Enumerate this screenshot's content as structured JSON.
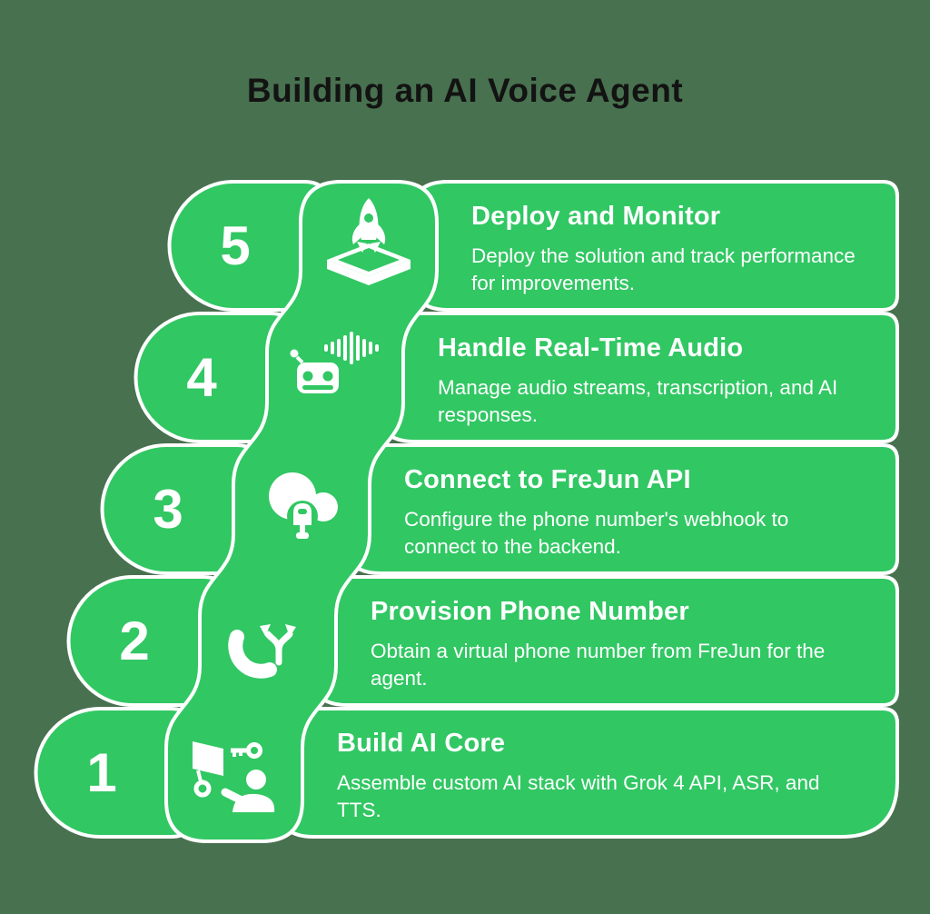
{
  "title": "Building an AI Voice Agent",
  "colors": {
    "accent": "#31C763",
    "background": "#48714F",
    "border": "#FFFFFF",
    "title_text": "#131313",
    "body_text": "#FFFFFF"
  },
  "steps": [
    {
      "number": "5",
      "icon": "rocket-launch-box-icon",
      "title": "Deploy and Monitor",
      "description": "Deploy the solution and track performance for improvements."
    },
    {
      "number": "4",
      "icon": "robot-audio-wave-icon",
      "title": "Handle Real-Time Audio",
      "description": "Manage audio streams, transcription, and AI responses."
    },
    {
      "number": "3",
      "icon": "cloud-plug-icon",
      "title": "Connect to FreJun API",
      "description": "Configure the phone number's webhook to connect to the backend."
    },
    {
      "number": "2",
      "icon": "phone-routing-icon",
      "title": "Provision Phone Number",
      "description": "Obtain a virtual phone number from FreJun for the agent."
    },
    {
      "number": "1",
      "icon": "build-ai-core-icon",
      "title": "Build AI Core",
      "description": "Assemble custom AI stack with Grok 4 API, ASR, and TTS."
    }
  ]
}
